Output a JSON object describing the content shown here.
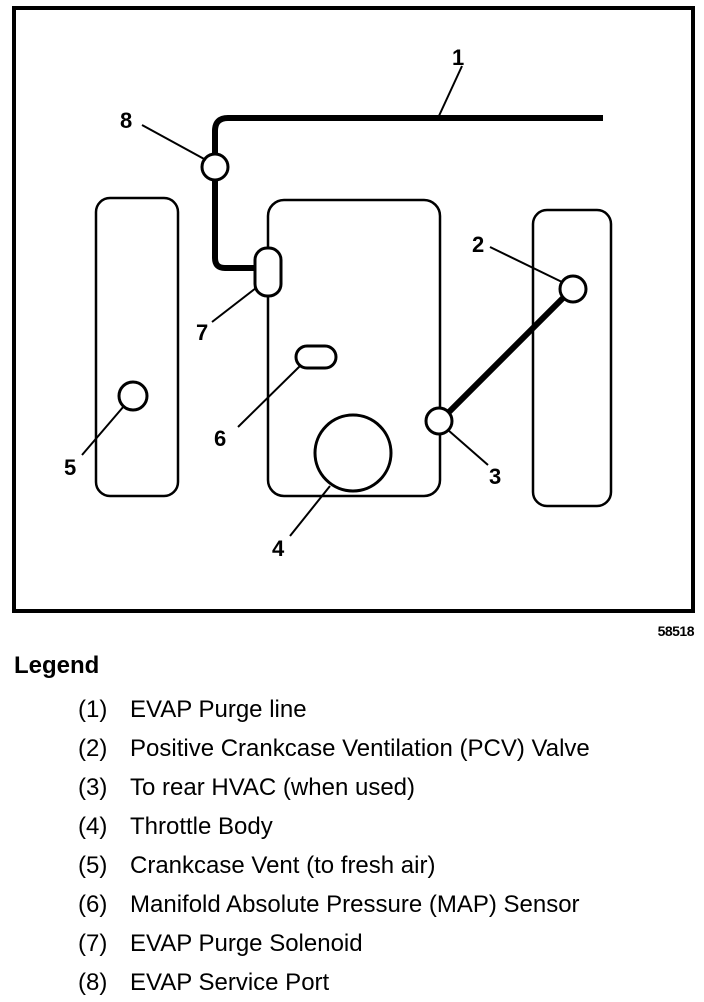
{
  "figure_number": "58518",
  "callouts": [
    "1",
    "2",
    "3",
    "4",
    "5",
    "6",
    "7",
    "8"
  ],
  "legend": {
    "title": "Legend",
    "items": [
      {
        "num": "(1)",
        "text": "EVAP Purge line"
      },
      {
        "num": "(2)",
        "text": "Positive Crankcase Ventilation (PCV) Valve"
      },
      {
        "num": "(3)",
        "text": "To rear HVAC (when used)"
      },
      {
        "num": "(4)",
        "text": "Throttle Body"
      },
      {
        "num": "(5)",
        "text": "Crankcase Vent (to fresh air)"
      },
      {
        "num": "(6)",
        "text": "Manifold Absolute Pressure (MAP) Sensor"
      },
      {
        "num": "(7)",
        "text": "EVAP Purge Solenoid"
      },
      {
        "num": "(8)",
        "text": "EVAP Service Port"
      }
    ]
  }
}
